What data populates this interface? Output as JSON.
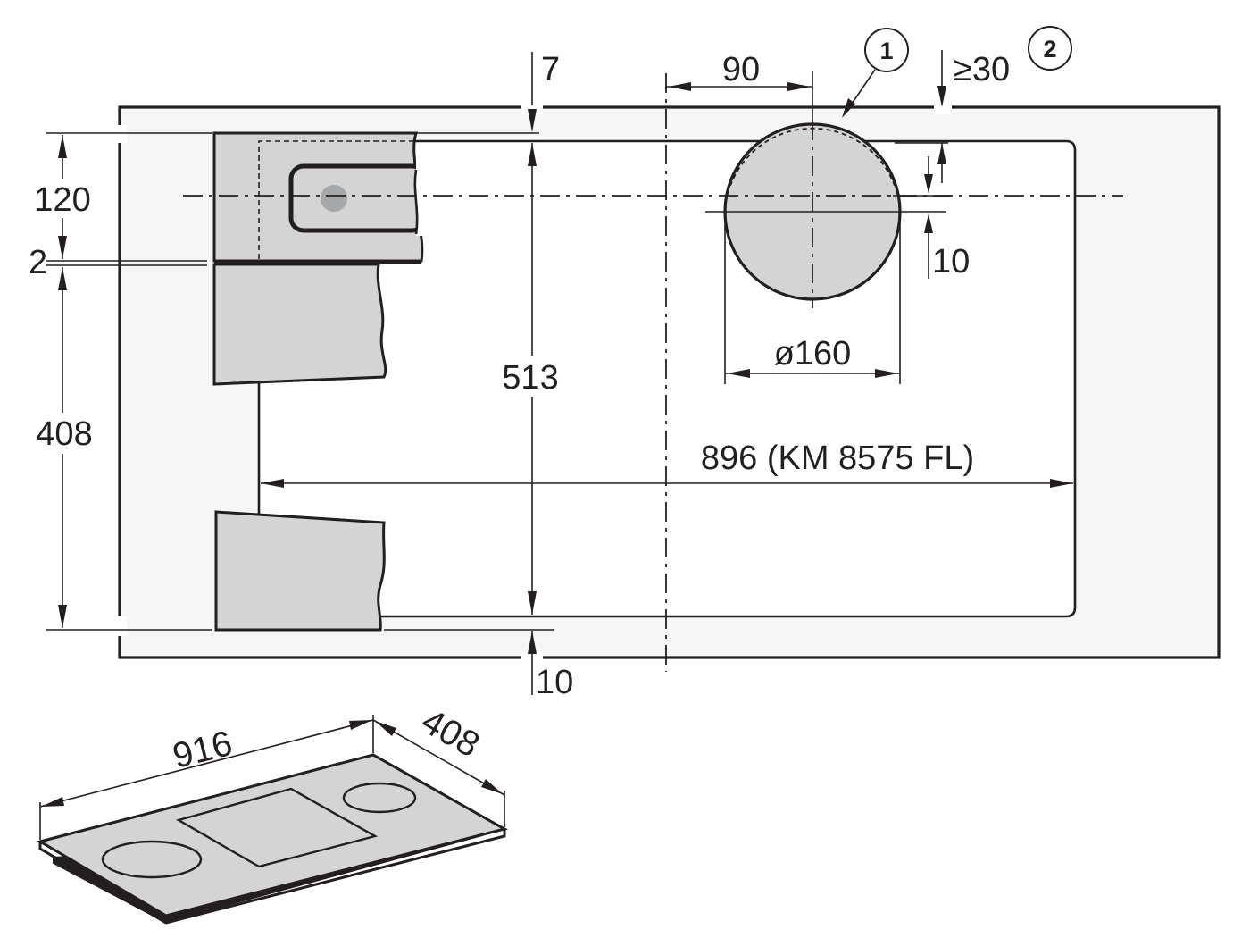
{
  "dimensions": {
    "d7": "7",
    "d90": "90",
    "d30": "≥30",
    "d120": "120",
    "d2": "2",
    "d10_right": "10",
    "d513": "513",
    "d160": "ø160",
    "d408_left": "408",
    "d896": "896 (KM 8575 FL)",
    "d10_bottom": "10",
    "d916": "916",
    "d408_iso": "408"
  },
  "callouts": {
    "c1": "1",
    "c2": "2"
  },
  "colors": {
    "line": "#231f20",
    "panel_fill": "#d3d4d3",
    "worktop_fill": "#f6f6f6",
    "cooktop_fill": "#d3d4d3"
  }
}
